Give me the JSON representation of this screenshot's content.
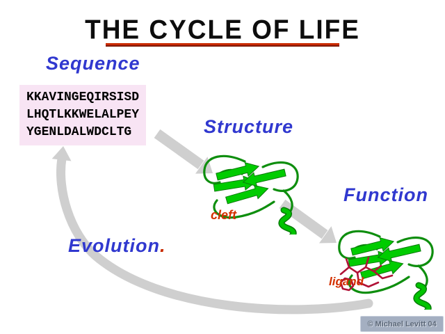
{
  "slide": {
    "title": "THE CYCLE OF LIFE",
    "labels": {
      "sequence": "Sequence",
      "structure": "Structure",
      "function": "Function",
      "evolution": "Evolution",
      "evolution_dot": ".",
      "cleft": "cleft",
      "ligand": "ligand"
    },
    "sequence_lines": [
      "KKAVINGEQIRSISD",
      "LHQTLKKWELALPEY",
      "YGENLDALWDCLTG"
    ],
    "watermark": "© Michael Levitt 04",
    "colors": {
      "label_blue": "#3038cf",
      "underline_red": "#c92b00",
      "annotation_red": "#d43000",
      "protein_green": "#00cc00",
      "ligand_red": "#b01236",
      "arrow_gray": "#cfcfcf",
      "sequence_bg": "#f8e4f4"
    }
  }
}
